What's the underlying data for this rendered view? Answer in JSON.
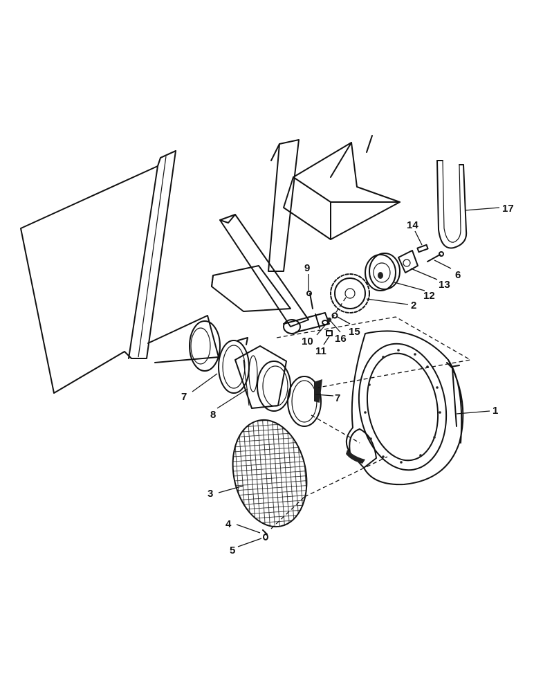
{
  "diagram": {
    "parts": [
      {
        "id": "1"
      },
      {
        "id": "2"
      },
      {
        "id": "3"
      },
      {
        "id": "4"
      },
      {
        "id": "5"
      },
      {
        "id": "6"
      },
      {
        "id": "7"
      },
      {
        "id": "8"
      },
      {
        "id": "9"
      },
      {
        "id": "10"
      },
      {
        "id": "11"
      },
      {
        "id": "12"
      },
      {
        "id": "13"
      },
      {
        "id": "14"
      },
      {
        "id": "15"
      },
      {
        "id": "16"
      },
      {
        "id": "17"
      }
    ],
    "callouts": {
      "c1": "1",
      "c2": "2",
      "c3": "3",
      "c4": "4",
      "c5": "5",
      "c6": "6",
      "c7a": "7",
      "c7b": "7",
      "c8": "8",
      "c9": "9",
      "c10": "10",
      "c11": "11",
      "c12": "12",
      "c13": "13",
      "c14": "14",
      "c15": "15",
      "c16": "16",
      "c17": "17"
    }
  }
}
